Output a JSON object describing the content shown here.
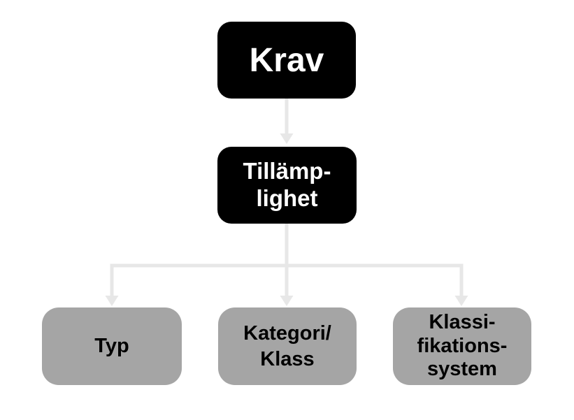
{
  "colors": {
    "background": "#FFFFFF",
    "primary_node": "#000000",
    "secondary_node": "#A5A5A5",
    "connector": "#E7E7E7",
    "primary_text": "#FFFFFF",
    "secondary_text": "#000000"
  },
  "diagram": {
    "type": "hierarchy",
    "levels": 3,
    "nodes": {
      "krav": {
        "label": "Krav",
        "level": 0,
        "style": "primary"
      },
      "tillamplighet": {
        "label": "Tillämp-\nlighet",
        "level": 1,
        "style": "primary"
      },
      "typ": {
        "label": "Typ",
        "level": 2,
        "style": "secondary"
      },
      "kategori_klass": {
        "label": "Kategori/\nKlass",
        "level": 2,
        "style": "secondary"
      },
      "klassifikationssystem": {
        "label": "Klassi-\nfikations-\nsystem",
        "level": 2,
        "style": "secondary"
      }
    },
    "edges": [
      {
        "from": "krav",
        "to": "tillamplighet"
      },
      {
        "from": "tillamplighet",
        "to": "typ"
      },
      {
        "from": "tillamplighet",
        "to": "kategori_klass"
      },
      {
        "from": "tillamplighet",
        "to": "klassifikationssystem"
      }
    ]
  }
}
